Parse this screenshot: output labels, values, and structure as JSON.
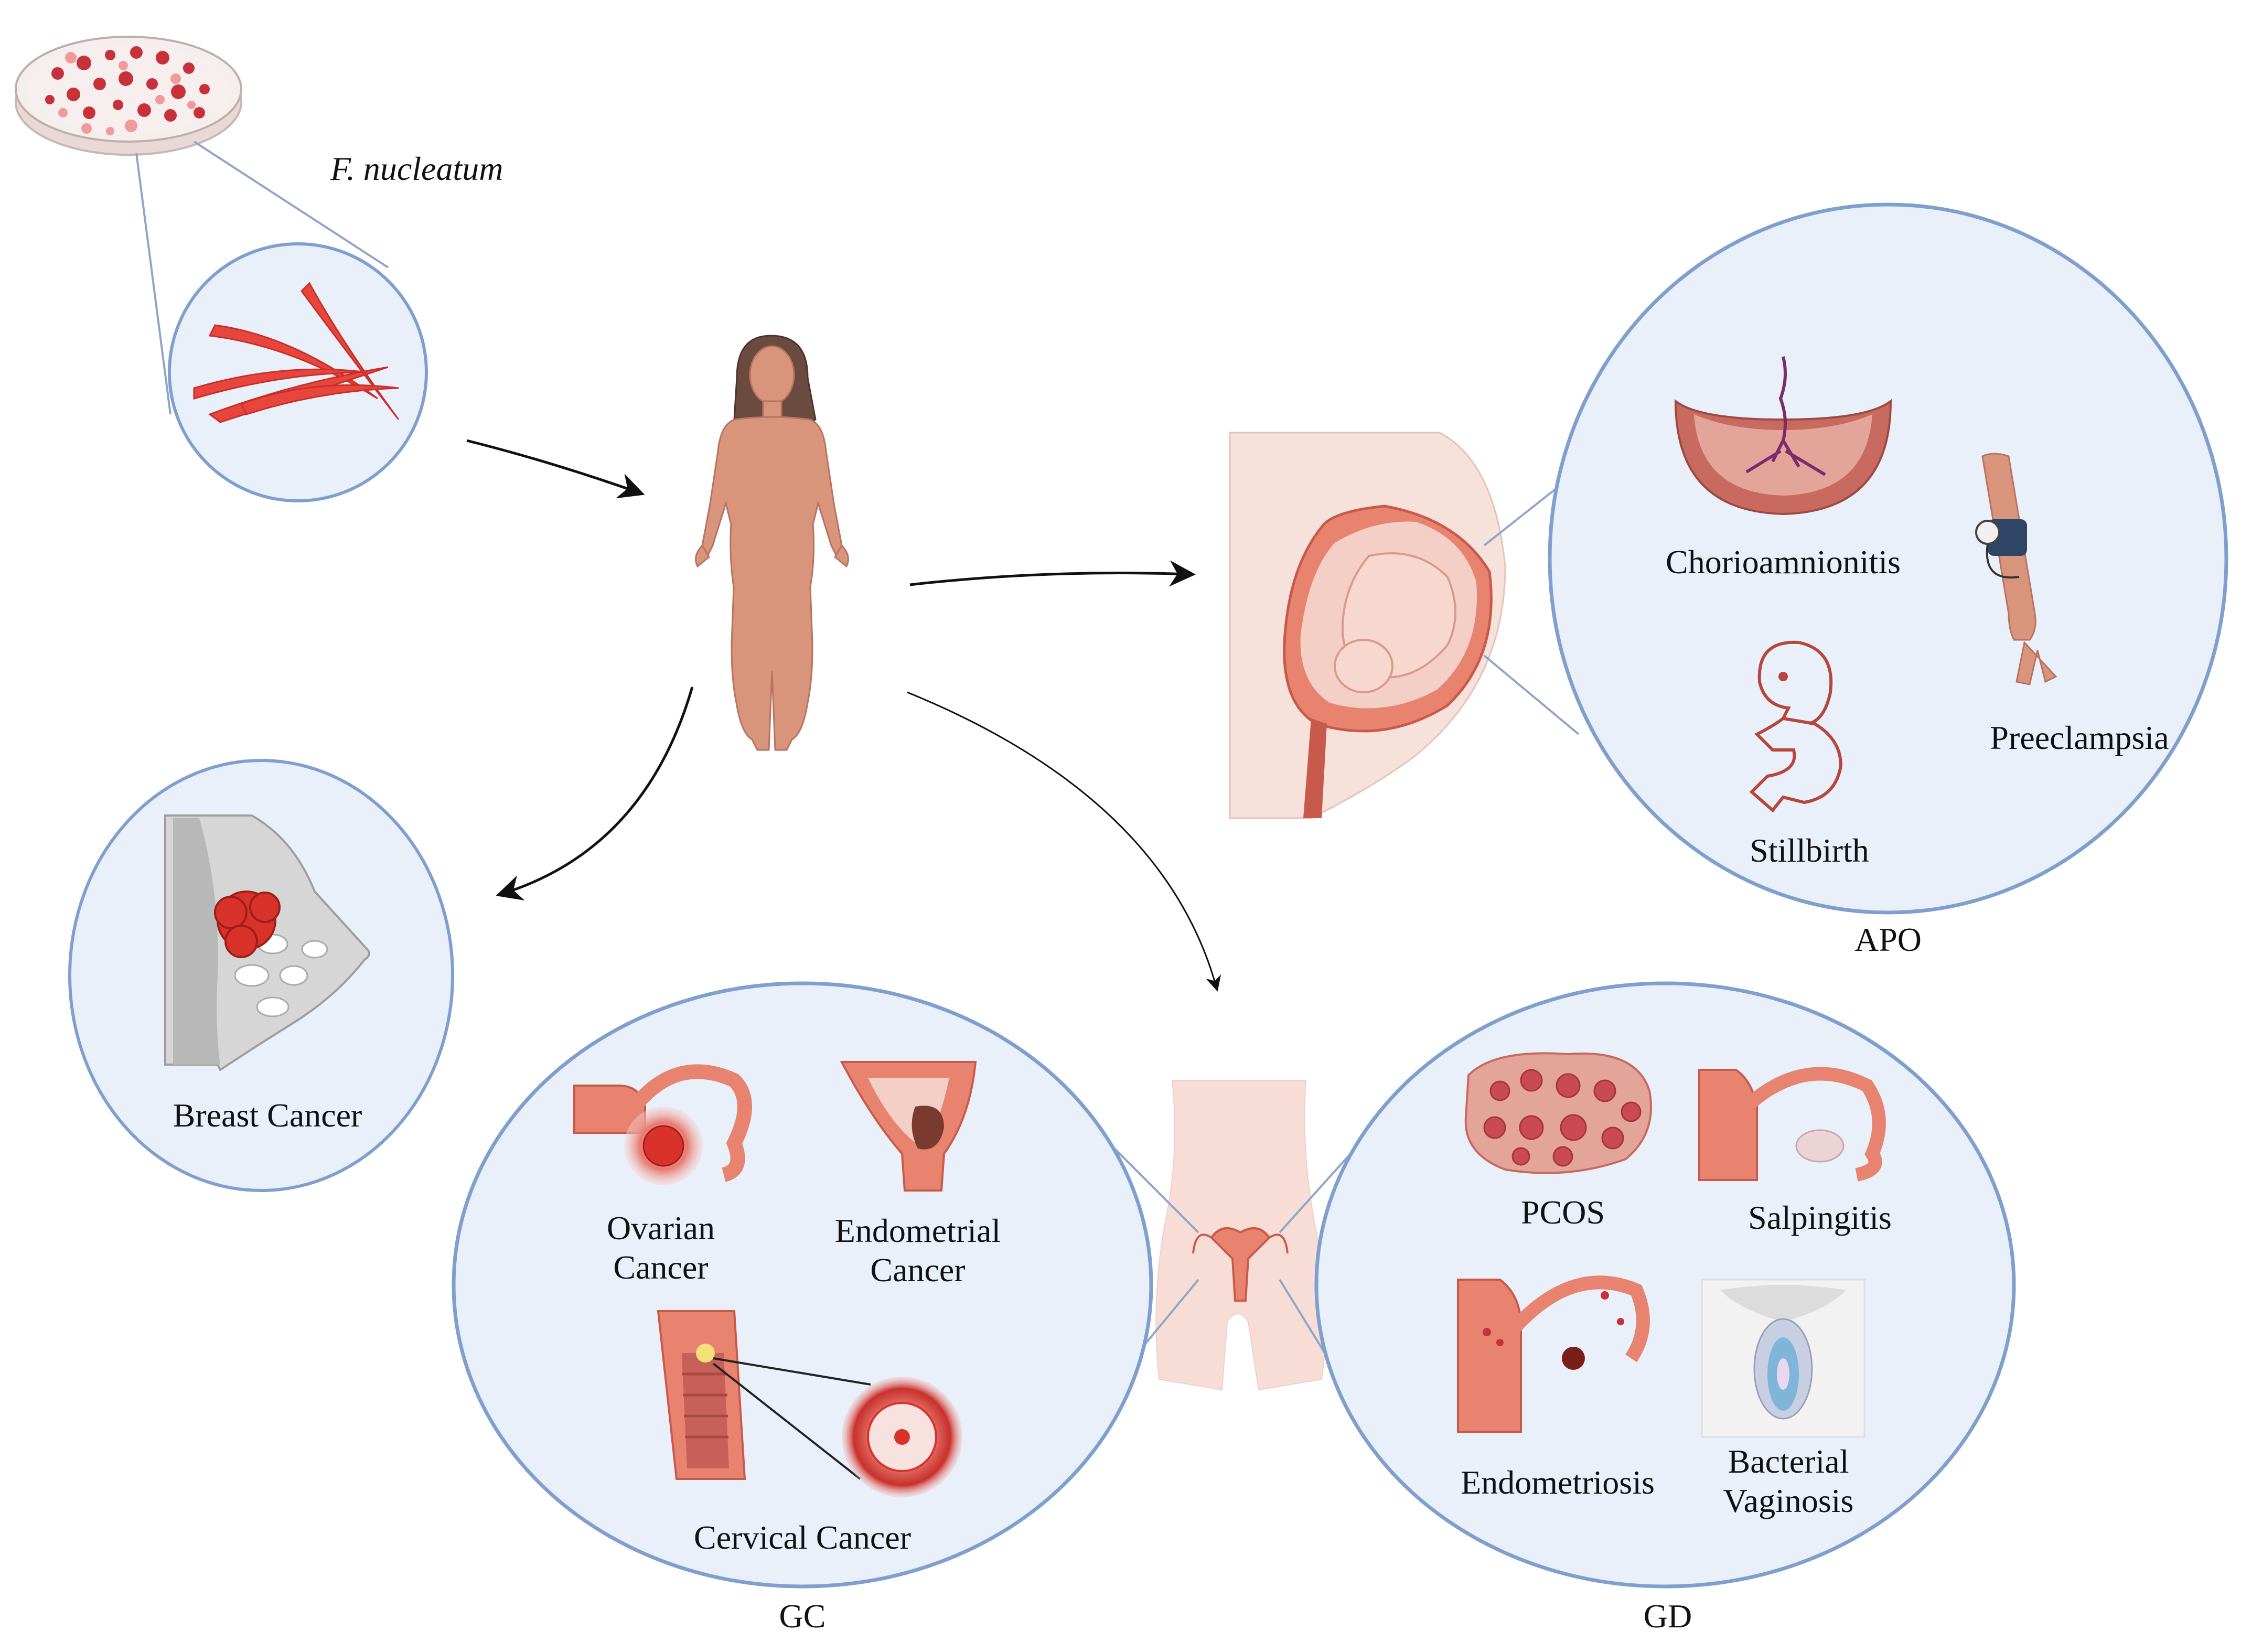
{
  "organism_label": "F. nucleatum",
  "apo": {
    "group_label": "APO",
    "items": [
      "Chorioamnionitis",
      "Preeclampsia",
      "Stillbirth"
    ]
  },
  "breast": {
    "label": "Breast Cancer"
  },
  "gc": {
    "group_label": "GC",
    "ovarian": [
      "Ovarian",
      "Cancer"
    ],
    "endometrial": [
      "Endometrial",
      "Cancer"
    ],
    "cervical": "Cervical Cancer"
  },
  "gd": {
    "group_label": "GD",
    "items": [
      "PCOS",
      "Salpingitis",
      "Endometriosis"
    ],
    "bv": [
      "Bacterial",
      "Vaginosis"
    ]
  },
  "colors": {
    "circle_fill": "#e9f0fa",
    "circle_stroke": "#7f9fcf",
    "tissue": "#e8836f",
    "tissue_dark": "#c85a4c",
    "bacteria": "#e8453c",
    "skin": "#d9947c",
    "tumor": "#d8322a",
    "arrow": "#111111"
  }
}
